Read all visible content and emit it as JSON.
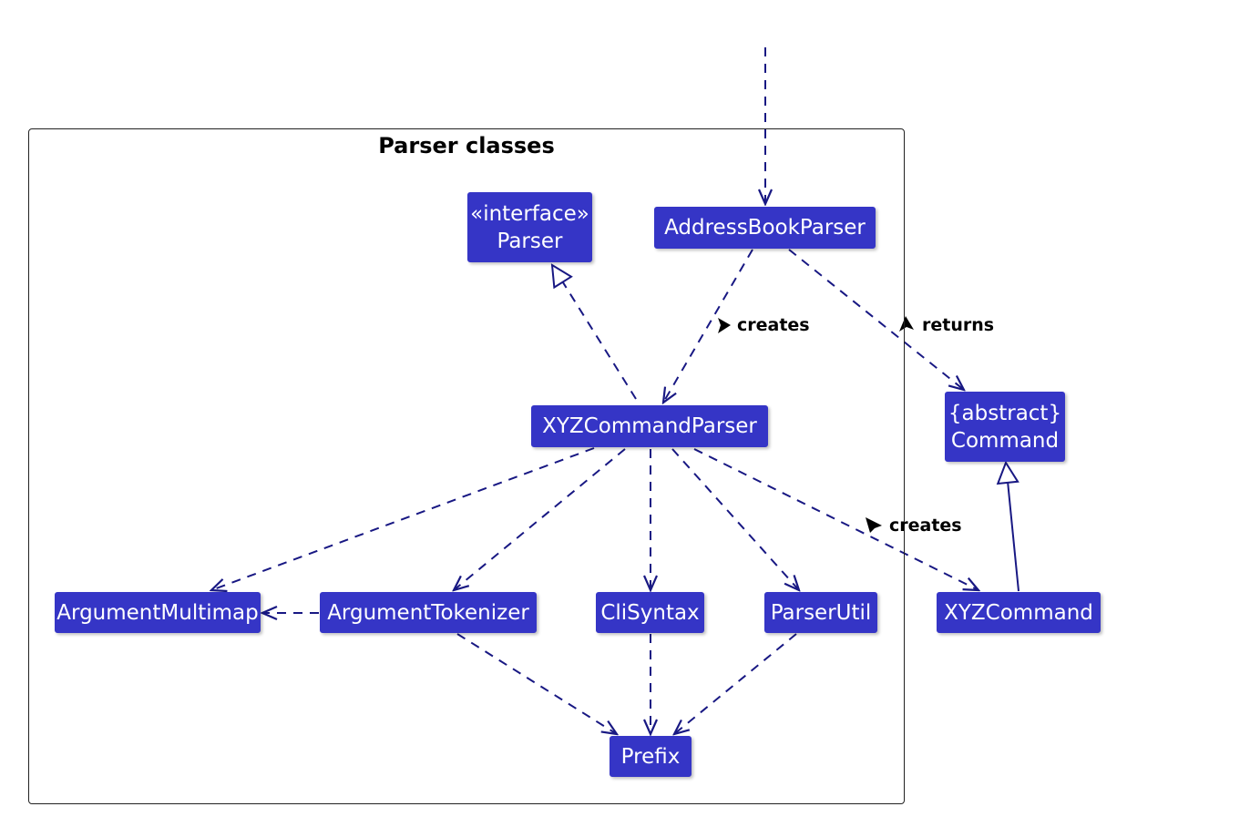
{
  "package": {
    "title": "Parser classes"
  },
  "colors": {
    "class_fill": "#3535C6",
    "edge": "#181883",
    "frame": "#222222"
  },
  "classes": {
    "parser_interface": {
      "stereotype": "«interface»",
      "name": "Parser"
    },
    "address_book_parser": {
      "name": "AddressBookParser"
    },
    "xyz_command_parser": {
      "name": "XYZCommandParser"
    },
    "command": {
      "stereotype": "{abstract}",
      "name": "Command"
    },
    "argument_multimap": {
      "name": "ArgumentMultimap"
    },
    "argument_tokenizer": {
      "name": "ArgumentTokenizer"
    },
    "cli_syntax": {
      "name": "CliSyntax"
    },
    "parser_util": {
      "name": "ParserUtil"
    },
    "xyz_command": {
      "name": "XYZCommand"
    },
    "prefix": {
      "name": "Prefix"
    }
  },
  "relations": {
    "addressbook_creates": "creates",
    "addressbook_returns": "returns",
    "xyzparser_creates": "creates"
  },
  "direction_icons": {
    "creates_left": "arrow-right-icon",
    "returns": "arrow-up-icon",
    "creates_right": "arrow-up-left-icon"
  }
}
